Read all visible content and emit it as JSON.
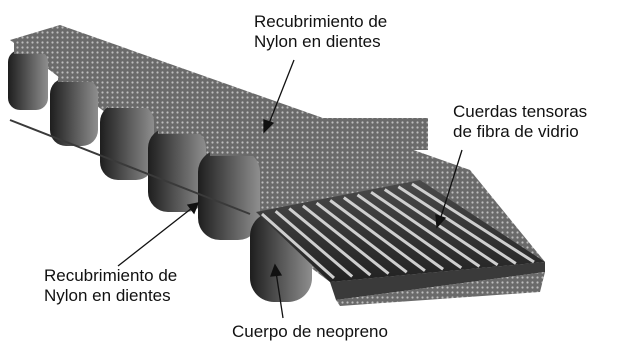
{
  "labels": {
    "tooth_cover_top_line1": "Recubrimiento de",
    "tooth_cover_top_line2": "Nylon en dientes",
    "tensile_cords_line1": "Cuerdas tensoras",
    "tensile_cords_line2": "de fibra de vidrio",
    "tooth_cover_bottom_line1": "Recubrimiento de",
    "tooth_cover_bottom_line2": "Nylon en dientes",
    "neoprene_body": "Cuerpo de neopreno"
  },
  "colors": {
    "belt_dark": "#2a2a2a",
    "belt_mid": "#5a5a5a",
    "belt_light": "#9a9a9a",
    "cord": "#cfcfcf",
    "text": "#111111"
  }
}
